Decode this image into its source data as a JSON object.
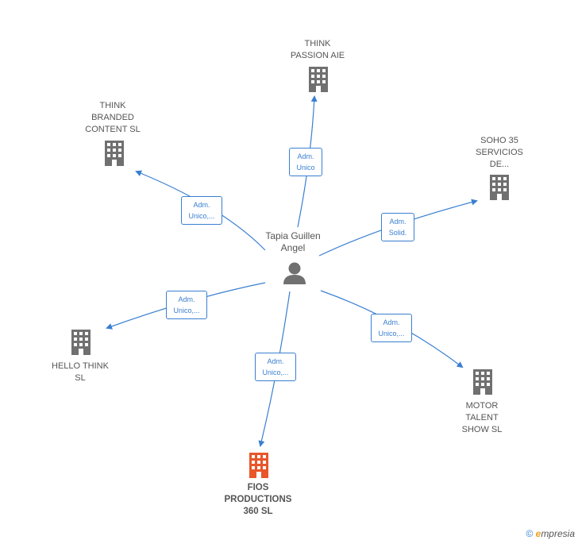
{
  "center": {
    "name": "Tapia Guillen\nAngel"
  },
  "nodes": [
    {
      "id": "think-passion",
      "label": "THINK\nPASSION AIE",
      "edge": "Adm.\nUnico"
    },
    {
      "id": "think-branded",
      "label": "THINK\nBRANDED\nCONTENT  SL",
      "edge": "Adm.\nUnico,..."
    },
    {
      "id": "soho35",
      "label": "SOHO 35\nSERVICIOS\nDE...",
      "edge": "Adm.\nSolid."
    },
    {
      "id": "hello-think",
      "label": "HELLO THINK\nSL",
      "edge": "Adm.\nUnico,..."
    },
    {
      "id": "motor-talent",
      "label": "MOTOR\nTALENT\nSHOW SL",
      "edge": "Adm.\nUnico,..."
    },
    {
      "id": "fios",
      "label": "FIOS\nPRODUCTIONS\n360  SL",
      "edge": "Adm.\nUnico,...",
      "highlight": true
    }
  ],
  "colors": {
    "edge": "#3a7fd1",
    "building": "#707070",
    "building_highlight": "#e8562a",
    "person": "#707070"
  },
  "footer": {
    "copyright": "©",
    "brand_initial": "e",
    "brand_rest": "mpresia"
  }
}
